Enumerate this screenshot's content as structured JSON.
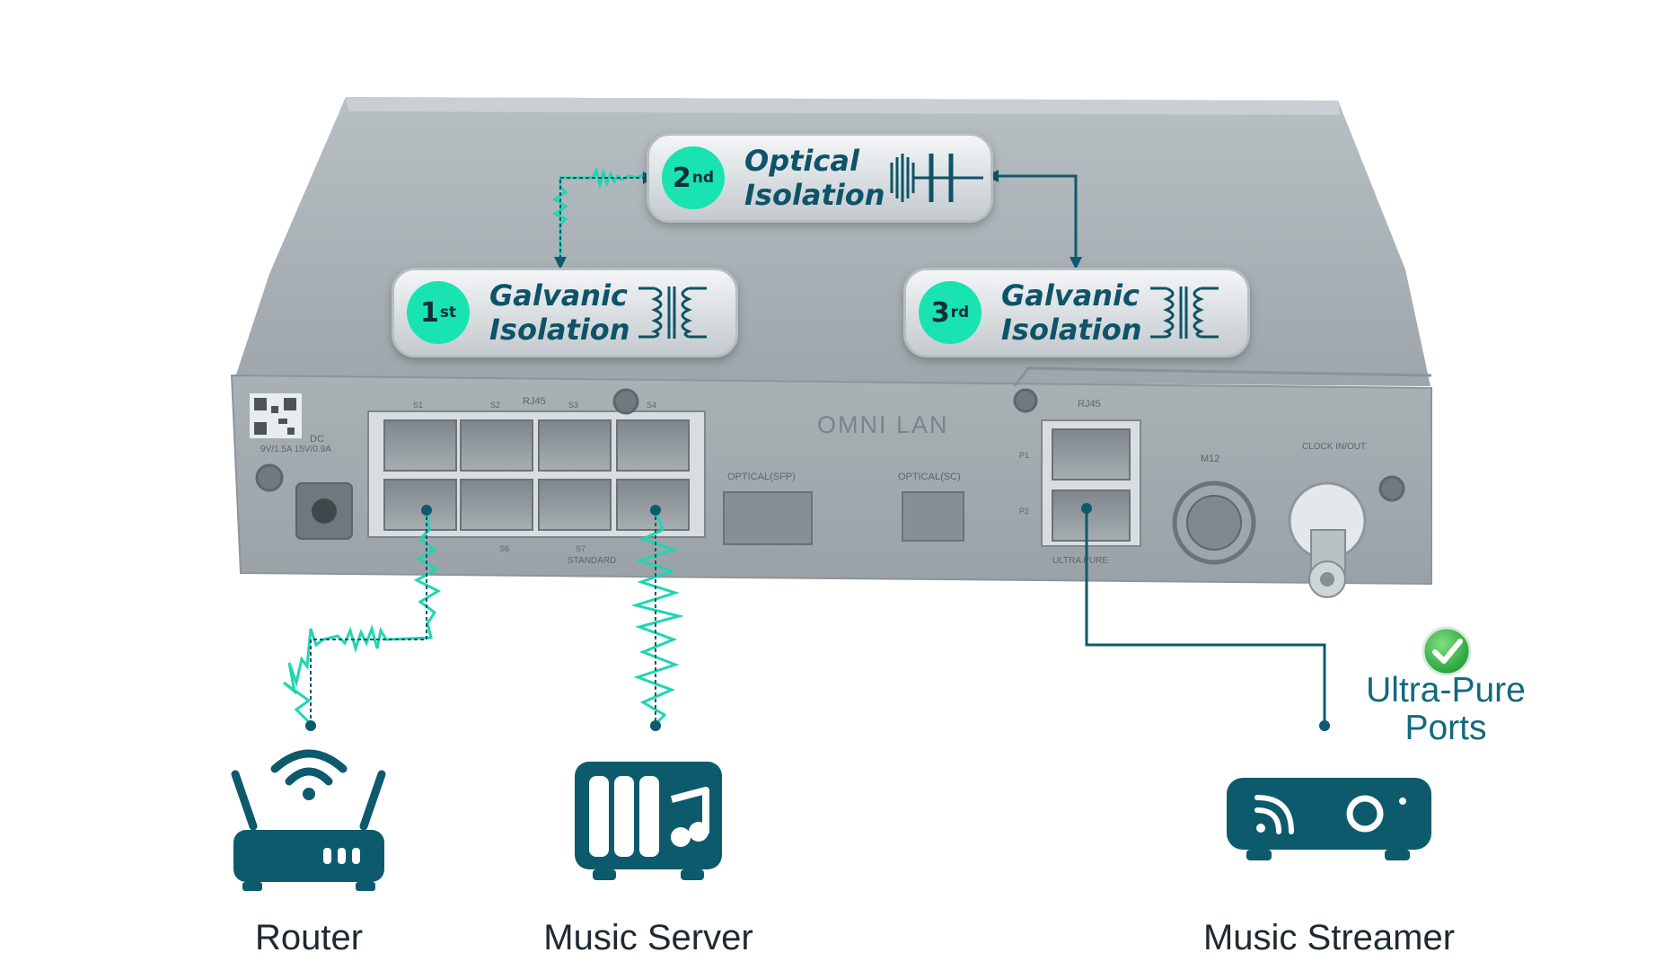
{
  "device": {
    "brand": "OMNI LAN",
    "port_group_label": "RJ45",
    "ports_top": [
      "S1",
      "S2",
      "S3",
      "S4"
    ],
    "ports_bottom": [
      "S6",
      "S7"
    ],
    "standard_label": "STANDARD",
    "optical_sfp_label": "OPTICAL(SFP)",
    "optical_sc_label": "OPTICAL(SC)",
    "ultra_rj45_label": "RJ45",
    "ultra_ports": [
      "P1",
      "P2"
    ],
    "ultrapure_label": "ULTRA PURE",
    "m12_label": "M12",
    "clock_label": "CLOCK IN/OUT",
    "dc_label": "DC",
    "power_spec": "9V/1.5A 15V/0.9A"
  },
  "stages": [
    {
      "ordinal": "1",
      "suffix": "st",
      "line1": "Galvanic",
      "line2": "Isolation",
      "symbol": "transformer-icon"
    },
    {
      "ordinal": "2",
      "suffix": "nd",
      "line1": "Optical",
      "line2": "Isolation",
      "symbol": "optical-isolator-icon"
    },
    {
      "ordinal": "3",
      "suffix": "rd",
      "line1": "Galvanic",
      "line2": "Isolation",
      "symbol": "transformer-icon"
    }
  ],
  "endpoints": [
    {
      "label": "Router",
      "icon": "router-icon"
    },
    {
      "label": "Music Server",
      "icon": "music-server-icon"
    },
    {
      "label": "Music Streamer",
      "icon": "music-streamer-icon"
    }
  ],
  "ultra_pure": {
    "line1": "Ultra-Pure",
    "line2": "Ports",
    "icon": "checkmark-icon"
  },
  "colors": {
    "teal_dark": "#0e5a6d",
    "teal_bright": "#19e3b1",
    "noise": "#1fd6b0",
    "device_body": "#9aa3a8",
    "check_green": "#2fb84a"
  }
}
